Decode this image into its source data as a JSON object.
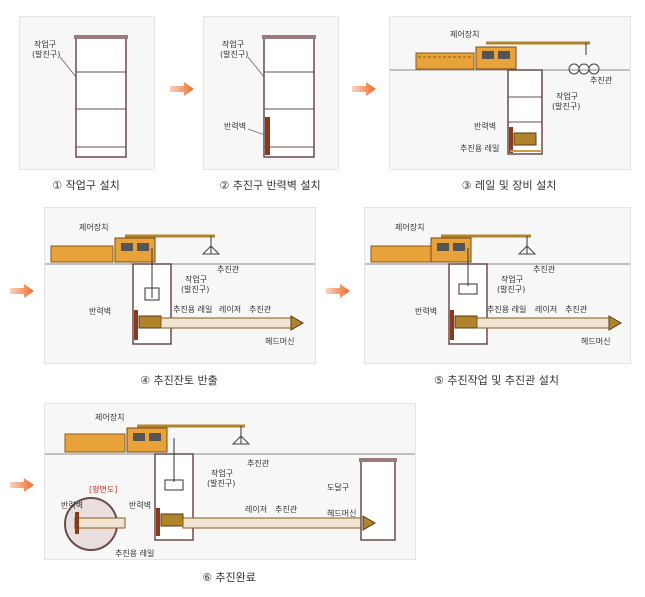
{
  "steps": [
    {
      "caption": "① 작업구 설치",
      "labels": {
        "shaft": "작업구\n(발진구)"
      }
    },
    {
      "caption": "② 추진구 반력벽 설치",
      "labels": {
        "shaft": "작업구\n(발진구)",
        "reaction_wall": "반력벽"
      }
    },
    {
      "caption": "③ 레일 및 장비 설치",
      "labels": {
        "control": "제어장치",
        "pipe": "추진관",
        "shaft": "작업구\n(발진구)",
        "reaction_wall": "반력벽",
        "rail": "추진용 레일"
      }
    },
    {
      "caption": "④ 추진잔토 반출",
      "labels": {
        "control": "제어장치",
        "pipe": "추진관",
        "shaft": "작업구\n(발진구)",
        "reaction_wall": "반력벽",
        "rail": "추진용 레일",
        "laser": "레이저",
        "pipe2": "추진관",
        "head": "헤드머신"
      }
    },
    {
      "caption": "⑤ 추진작업 및 추진관 설치",
      "labels": {
        "control": "제어장치",
        "pipe": "추진관",
        "shaft": "작업구\n(발진구)",
        "reaction_wall": "반력벽",
        "rail": "추진용 레일",
        "laser": "레이저",
        "pipe2": "추진관",
        "head": "헤드머신"
      }
    },
    {
      "caption": "⑥ 추진완료",
      "labels": {
        "control": "제어장치",
        "pipe": "추진관",
        "shaft": "작업구\n(발진구)",
        "reaction_wall": "반력벽",
        "reaction_wall_plan": "반력벽",
        "plan_view": "[평면도]",
        "rail": "추진용 레일",
        "laser": "레이저",
        "pipe2": "추진관",
        "head": "헤드머신",
        "arrival": "도달구"
      }
    }
  ],
  "colors": {
    "accent": "#f06a2a",
    "machine": "#e8a23a",
    "shaft_stroke": "#7a5a5a",
    "wall": "#8a3a1a"
  }
}
